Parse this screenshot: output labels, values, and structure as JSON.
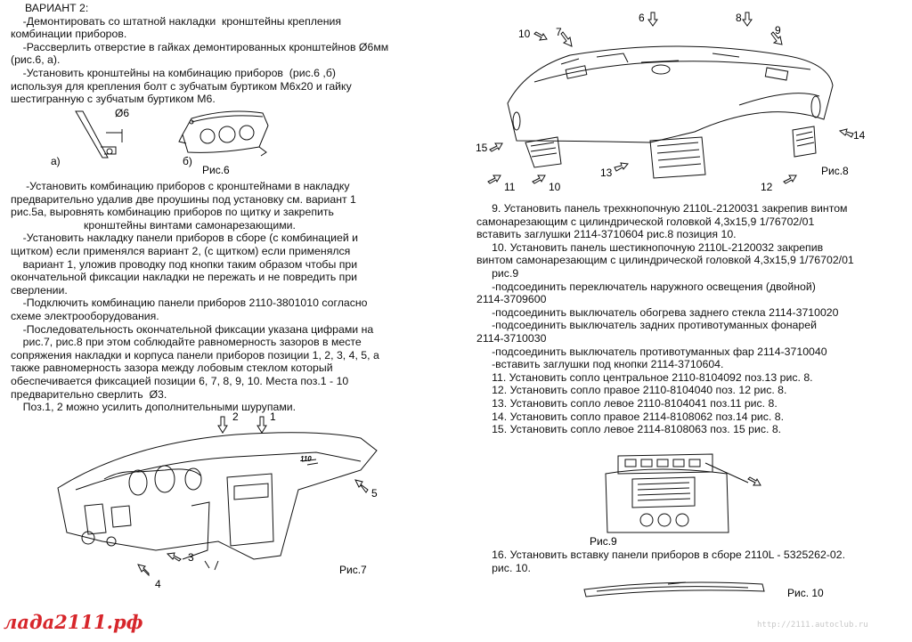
{
  "left": {
    "lines": [
      "ВАРИАНТ 2:",
      "    -Демонтировать со штатной накладки  кронштейны крепления",
      "комбинации приборов.",
      "    -Рассверлить отверстие в гайках демонтированных кронштейнов Ø6мм",
      "(рис.6, а).",
      "    -Установить кронштейны на комбинацию приборов  (рис.6 ,б)",
      "используя для крепления болт с зубчатым буртиком М6х20 и гайку",
      "шестигранную с зубчатым буртиком М6."
    ],
    "fig6": {
      "diameter": "Ø6",
      "label_a": "а)",
      "label_b": "б)",
      "caption": "Рис.6"
    },
    "lines2": [
      "     -Установить комбинацию приборов с кронштейнами в накладку",
      "предварительно удалив две проушины под установку см. вариант 1",
      "рис.5а, выровнять комбинацию приборов по щитку и закрепить",
      "                        кронштейны винтами самонарезающими.",
      "    -Установить накладку панели приборов в сборе (с комбинацией и",
      "щитком) если применялся вариант 2, (с щитком) если применялся",
      "    вариант 1, уложив проводку под кнопки таким образом чтобы при",
      "окончательной фиксации накладки не пережать и не повредить при",
      "сверлении.",
      "    -Подключить комбинацию панели приборов 2110-3801010 согласно",
      "схеме электрооборудования.",
      "    -Последовательность окончательной фиксации указана цифрами на",
      "    рис.7, рис.8 при этом соблюдайте равномерность зазоров в месте",
      "сопряжения накладки и корпуса панели приборов позиции 1, 2, 3, 4, 5, а",
      "также равномерность зазора между лобовым стеклом который",
      "обеспечивается фиксацией позиции 6, 7, 8, 9, 10. Места поз.1 - 10",
      "предварительно сверлить  Ø3.",
      "    Поз.1, 2 можно усилить дополнительными шурупами."
    ],
    "fig7": {
      "caption": "Рис.7",
      "callouts": [
        "2",
        "1",
        "5",
        "3",
        "4"
      ],
      "logo_mark": "110"
    }
  },
  "right": {
    "fig8": {
      "caption": "Рис.8",
      "callouts": [
        "10",
        "7",
        "6",
        "8",
        "9",
        "15",
        "14",
        "13",
        "11",
        "10",
        "12"
      ]
    },
    "lines": [
      "     9. Установить панель трехкнопочную 2110L-2120031 закрепив винтом",
      "самонарезающим с цилиндрической головкой 4,3х15,9 1/76702/01",
      "вставить заглушки 2114-3710604 рис.8 позиция 10.",
      "     10. Установить панель шестикнопочную 2110L-2120032 закрепив",
      "винтом самонарезающим с цилиндрической головкой 4,3х15,9 1/76702/01",
      "     рис.9",
      "     -подсоединить переключатель наружного освещения (двойной)",
      "2114-3709600",
      "     -подсоединить выключатель обогрева заднего стекла 2114-3710020",
      "     -подсоединить выключатель задних противотуманных фонарей",
      "2114-3710030",
      "     -подсоединить выключатель противотуманных фар 2114-3710040",
      "     -вставить заглушки под кнопки 2114-3710604.",
      "     11. Установить сопло центральное 2110-8104092 поз.13 рис. 8.",
      "     12. Установить сопло правое 2110-8104040 поз. 12 рис. 8.",
      "     13. Установить сопло левое 2110-8104041 поз.11 рис. 8.",
      "     14. Установить сопло правое 2114-8108062 поз.14 рис. 8.",
      "     15. Установить сопло левое 2114-8108063 поз. 15 рис. 8."
    ],
    "fig9": {
      "caption": "Рис.9"
    },
    "lines2": [
      "     16. Установить вставку панели приборов в сборе 2110L - 5325262-02.",
      "     рис. 10."
    ],
    "fig10": {
      "caption": "Рис. 10"
    }
  },
  "watermark": {
    "site": "лада2111.рф",
    "faint": "http://2111.autoclub.ru"
  },
  "colors": {
    "text": "#111111",
    "watermark": "#d7262b",
    "faint": "#c8c8c8"
  }
}
